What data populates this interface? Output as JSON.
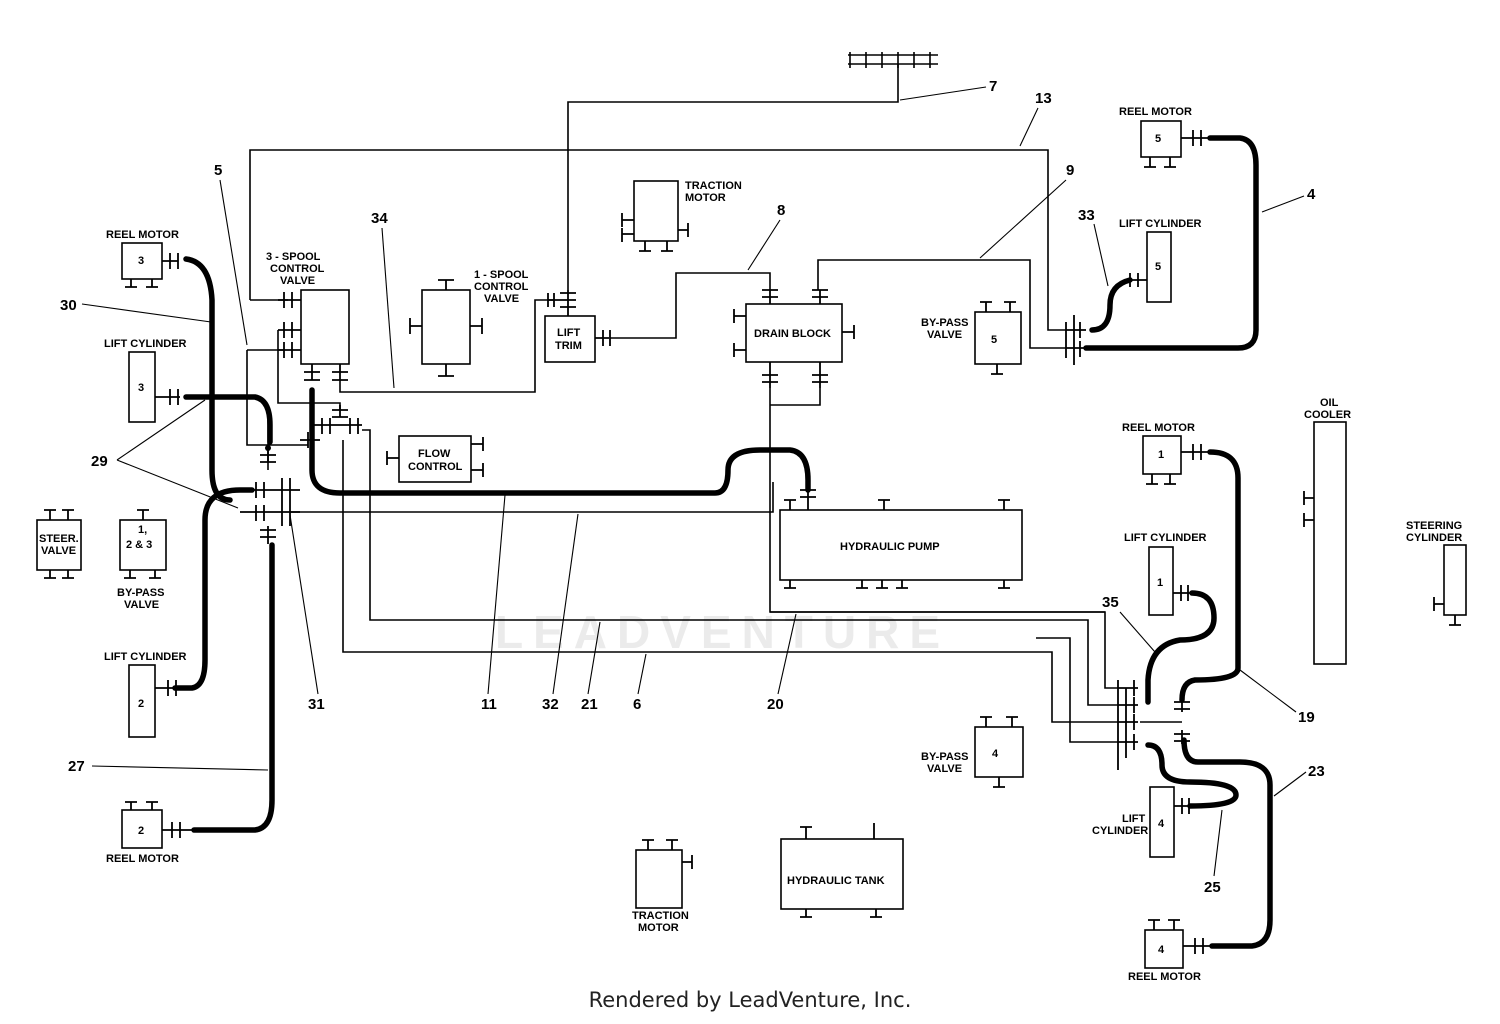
{
  "footer": "Rendered by LeadVenture, Inc.",
  "watermark": "LEADVENTURE",
  "components": {
    "reel_motor_3": {
      "label": "REEL MOTOR",
      "number": "3"
    },
    "reel_motor_5": {
      "label": "REEL MOTOR",
      "number": "5"
    },
    "reel_motor_1": {
      "label": "REEL MOTOR",
      "number": "1"
    },
    "reel_motor_2": {
      "label": "REEL MOTOR",
      "number": "2"
    },
    "reel_motor_4": {
      "label": "REEL MOTOR",
      "number": "4"
    },
    "lift_cylinder_3": {
      "label": "LIFT CYLINDER",
      "number": "3"
    },
    "lift_cylinder_5": {
      "label": "LIFT CYLINDER",
      "number": "5"
    },
    "lift_cylinder_1": {
      "label": "LIFT CYLINDER",
      "number": "1"
    },
    "lift_cylinder_2": {
      "label": "LIFT CYLINDER",
      "number": "2"
    },
    "lift_cylinder_4": {
      "label_line1": "LIFT",
      "label_line2": "CYLINDER",
      "number": "4"
    },
    "spool_valve_3": {
      "line1": "3 - SPOOL",
      "line2": "CONTROL",
      "line3": "VALVE"
    },
    "spool_valve_1": {
      "line1": "1 - SPOOL",
      "line2": "CONTROL",
      "line3": "VALVE"
    },
    "traction_motor_top": {
      "line1": "TRACTION",
      "line2": "MOTOR"
    },
    "traction_motor_bottom": {
      "line1": "TRACTION",
      "line2": "MOTOR"
    },
    "lift_trim": {
      "line1": "LIFT",
      "line2": "TRIM"
    },
    "drain_block": {
      "label": "DRAIN BLOCK"
    },
    "bypass_valve_5": {
      "line1": "BY-PASS",
      "line2": "VALVE",
      "number": "5"
    },
    "bypass_valve_4": {
      "line1": "BY-PASS",
      "line2": "VALVE",
      "number": "4"
    },
    "bypass_valve_123": {
      "line1": "1,",
      "line2": "2 & 3",
      "label1": "BY-PASS",
      "label2": "VALVE"
    },
    "flow_control": {
      "line1": "FLOW",
      "line2": "CONTROL"
    },
    "hydraulic_pump": {
      "label": "HYDRAULIC PUMP"
    },
    "hydraulic_tank": {
      "label": "HYDRAULIC TANK"
    },
    "oil_cooler": {
      "line1": "OIL",
      "line2": "COOLER"
    },
    "steering_cylinder": {
      "line1": "STEERING",
      "line2": "CYLINDER"
    },
    "steer_valve": {
      "line1": "STEER.",
      "line2": "VALVE"
    }
  },
  "callouts": {
    "c4": "4",
    "c5": "5",
    "c6": "6",
    "c7": "7",
    "c8": "8",
    "c9": "9",
    "c11": "11",
    "c13": "13",
    "c19": "19",
    "c20": "20",
    "c21": "21",
    "c23": "23",
    "c25": "25",
    "c27": "27",
    "c29": "29",
    "c30": "30",
    "c31": "31",
    "c32": "32",
    "c33": "33",
    "c34": "34",
    "c35": "35"
  }
}
